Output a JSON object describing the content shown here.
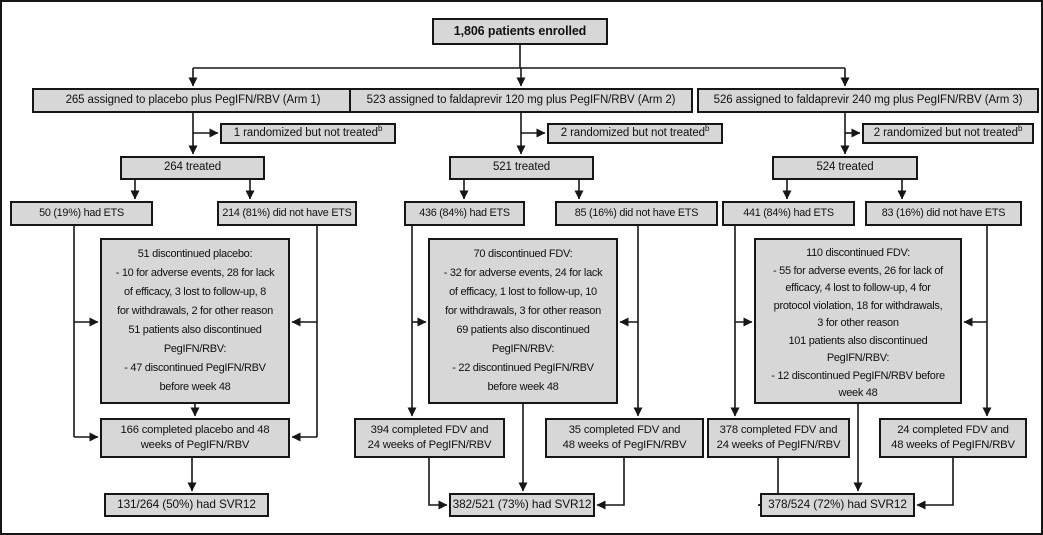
{
  "enrolled": "1,806 patients enrolled",
  "colors": {
    "box_fill": "#d7d7d7",
    "box_border": "#161616",
    "line": "#161616",
    "background": "#ffffff"
  },
  "arm1": {
    "assigned": "265 assigned to placebo plus PegIFN/RBV (Arm 1)",
    "not_treated": "1 randomized but not treated",
    "not_treated_sup": "b",
    "treated": "264 treated",
    "had_ets": "50 (19%) had ETS",
    "no_ets": "214 (81%) did not have ETS",
    "discontinued": [
      "51 discontinued placebo:",
      "- 10 for adverse events, 28 for lack",
      "of efficacy, 3 lost to follow-up, 8",
      "for withdrawals, 2 for other reason",
      "51 patients also discontinued",
      "PegIFN/RBV:",
      "- 47 discontinued PegIFN/RBV",
      "before week 48"
    ],
    "completed": [
      "166 completed placebo and 48",
      "weeks of PegIFN/RBV"
    ],
    "svr12": "131/264 (50%) had SVR12"
  },
  "arm2": {
    "assigned": "523 assigned to faldaprevir 120 mg plus PegIFN/RBV (Arm 2)",
    "not_treated": "2 randomized but not treated",
    "not_treated_sup": "b",
    "treated": "521 treated",
    "had_ets": "436 (84%) had ETS",
    "no_ets": "85 (16%) did not have ETS",
    "discontinued": [
      "70 discontinued FDV:",
      "- 32 for adverse events, 24 for lack",
      "of efficacy, 1 lost to follow-up, 10",
      "for withdrawals, 3 for other reason",
      "69 patients also discontinued",
      "PegIFN/RBV:",
      "- 22 discontinued PegIFN/RBV",
      "before week 48"
    ],
    "completed_24": [
      "394 completed FDV and",
      "24 weeks of PegIFN/RBV"
    ],
    "completed_48": [
      "35 completed FDV and",
      "48 weeks of PegIFN/RBV"
    ],
    "svr12": "382/521 (73%) had SVR12"
  },
  "arm3": {
    "assigned": "526 assigned to faldaprevir 240 mg plus PegIFN/RBV (Arm 3)",
    "not_treated": "2 randomized but not treated",
    "not_treated_sup": "b",
    "treated": "524 treated",
    "had_ets": "441 (84%) had ETS",
    "no_ets": "83 (16%) did not have ETS",
    "discontinued": [
      "110 discontinued FDV:",
      "- 55 for adverse events, 26 for lack of",
      "efficacy, 4 lost to follow-up, 4 for",
      "protocol violation, 18 for withdrawals,",
      "3 for other reason",
      "101 patients also discontinued",
      "PegIFN/RBV:",
      "- 12 discontinued PegIFN/RBV before",
      "week 48"
    ],
    "completed_24": [
      "378 completed FDV and",
      "24 weeks of PegIFN/RBV"
    ],
    "completed_48": [
      "24 completed FDV and",
      "48 weeks of PegIFN/RBV"
    ],
    "svr12": "378/524 (72%) had SVR12"
  }
}
